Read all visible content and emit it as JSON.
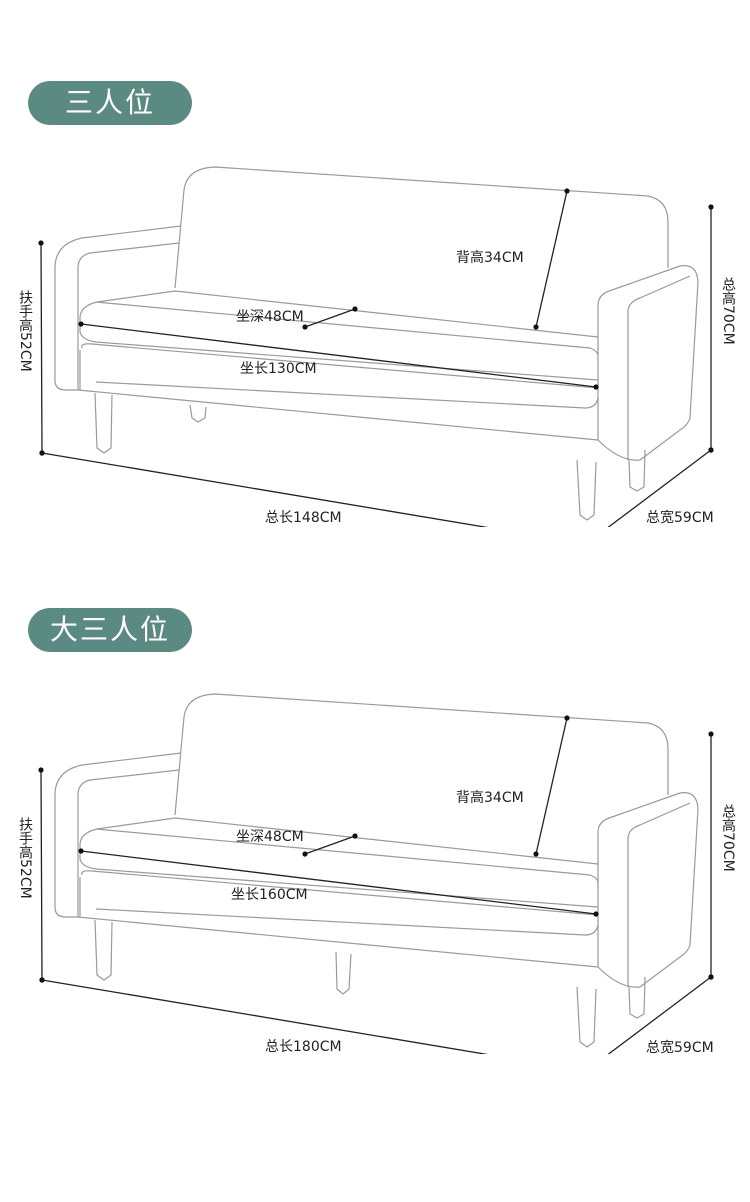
{
  "sections": [
    {
      "title": "三人位",
      "labels": {
        "armrest_height": "扶手高52CM",
        "back_height": "背高34CM",
        "seat_depth": "坐深48CM",
        "seat_length": "坐长130CM",
        "total_length": "总长148CM",
        "total_width": "总宽59CM",
        "total_height": "总高70CM"
      }
    },
    {
      "title": "大三人位",
      "labels": {
        "armrest_height": "扶手高52CM",
        "back_height": "背高34CM",
        "seat_depth": "坐深48CM",
        "seat_length": "坐长160CM",
        "total_length": "总长180CM",
        "total_width": "总宽59CM",
        "total_height": "总高70CM"
      }
    }
  ]
}
